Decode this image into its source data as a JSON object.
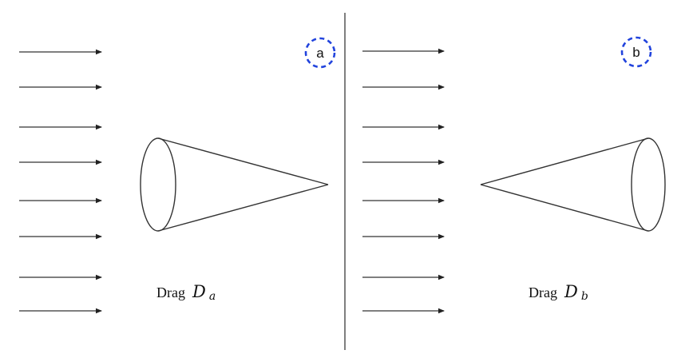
{
  "panels": [
    {
      "id": "a",
      "badge": "a",
      "drag_word": "Drag",
      "drag_symbol": "D",
      "drag_subscript": "a",
      "cone_orientation": "base-left-apex-right"
    },
    {
      "id": "b",
      "badge": "b",
      "drag_word": "Drag",
      "drag_symbol": "D",
      "drag_subscript": "b",
      "cone_orientation": "apex-left-base-right"
    }
  ],
  "flow_direction": "left-to-right",
  "arrows_per_panel": 8,
  "colors": {
    "line": "#333333",
    "badge_outline": "#2244dd",
    "background": "#ffffff"
  }
}
